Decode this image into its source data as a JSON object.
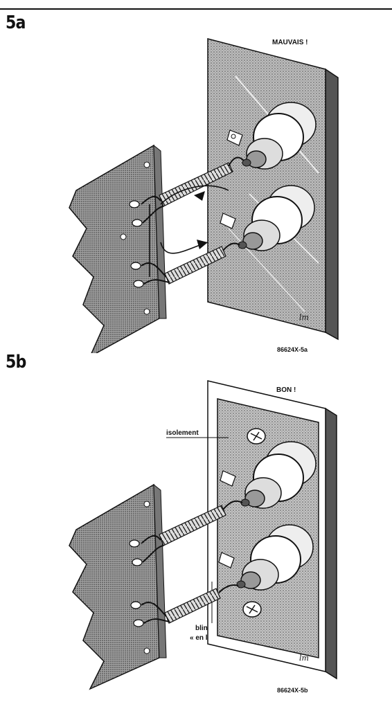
{
  "figure_a": {
    "label": "5a",
    "caption": "MAUVAIS !",
    "code": "86624X-5a",
    "signature": "lm"
  },
  "figure_b": {
    "label": "5b",
    "caption": "BON !",
    "annotation_isolation": "isolement",
    "annotation_shield_line1": "blindage",
    "annotation_shield_line2": "« en l'air »",
    "code": "86624X-5b",
    "signature": "lm"
  },
  "colors": {
    "ink": "#111111",
    "panel_fill": "#9a9a9a",
    "board_fill": "#a8a8a8",
    "background": "#ffffff"
  }
}
